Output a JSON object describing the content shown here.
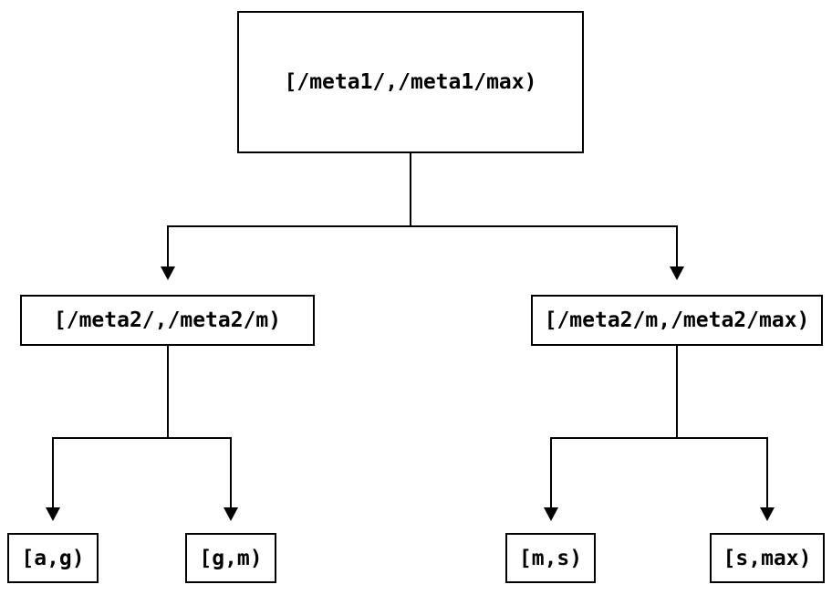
{
  "diagram": {
    "type": "tree",
    "background_color": "#ffffff",
    "line_color": "#000000",
    "tree": {
      "root": {
        "label": "[/meta1/,/meta1/max)"
      },
      "level2": [
        {
          "label": "[/meta2/,/meta2/m)"
        },
        {
          "label": "[/meta2/m,/meta2/max)"
        }
      ],
      "leaves": [
        {
          "label": "[a,g)"
        },
        {
          "label": "[g,m)"
        },
        {
          "label": "[m,s)"
        },
        {
          "label": "[s,max)"
        }
      ]
    },
    "edges": [
      {
        "from": "root",
        "to": "level2-left"
      },
      {
        "from": "root",
        "to": "level2-right"
      },
      {
        "from": "level2-left",
        "to": "leaf-ag"
      },
      {
        "from": "level2-left",
        "to": "leaf-gm"
      },
      {
        "from": "level2-right",
        "to": "leaf-ms"
      },
      {
        "from": "level2-right",
        "to": "leaf-smax"
      }
    ]
  }
}
